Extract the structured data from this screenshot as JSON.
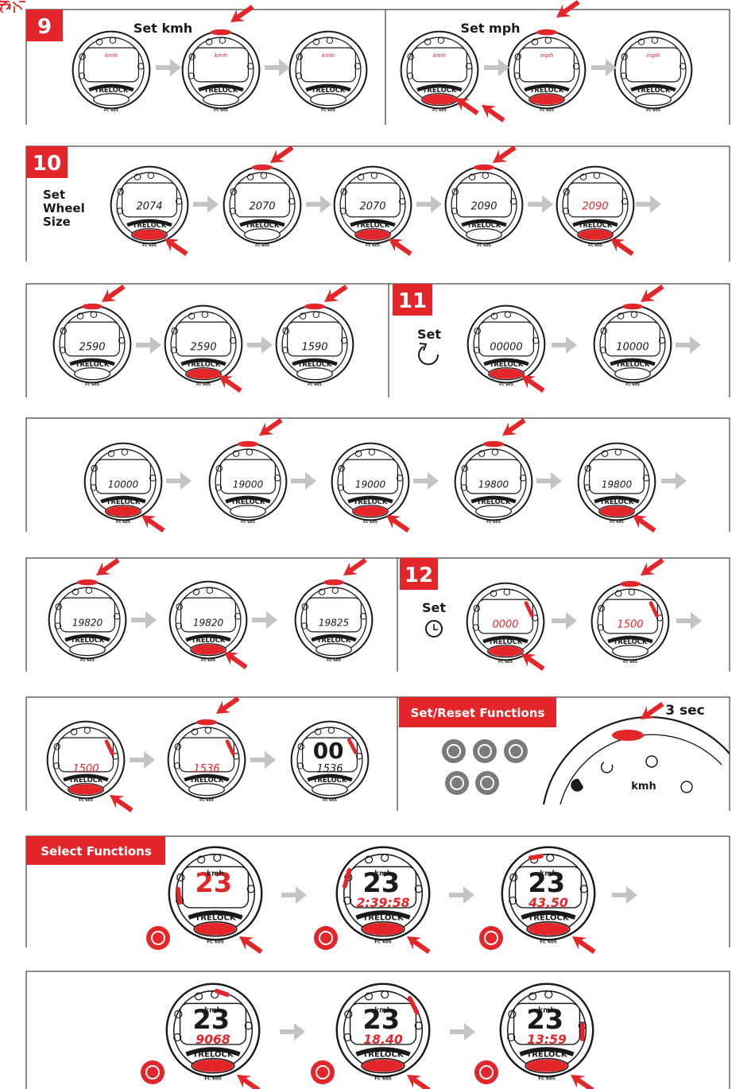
{
  "steps": {
    "s9": {
      "number": "9",
      "title_kmh": "Set kmh",
      "title_mph": "Set mph",
      "displays": [
        "kmh",
        "kmh",
        "kmh",
        "kmh",
        "mph",
        "mph"
      ]
    },
    "s10": {
      "number": "10",
      "title": [
        "Set",
        "Wheel",
        "Size"
      ],
      "displays": [
        "2074",
        "2070",
        "2070",
        "2090",
        "2090"
      ]
    },
    "s10b": {
      "displays": [
        "2590",
        "2590",
        "1590"
      ]
    },
    "s11": {
      "number": "11",
      "title": "Set",
      "icon": "trip-reset-icon",
      "displays": [
        "00000",
        "10000"
      ]
    },
    "s11b": {
      "displays": [
        "10000",
        "19000",
        "19000",
        "19800",
        "19800"
      ]
    },
    "s11c": {
      "displays": [
        "19820",
        "19820",
        "19825"
      ]
    },
    "s12": {
      "number": "12",
      "title": "Set",
      "icon": "clock-icon",
      "displays": [
        "0000",
        "1500"
      ]
    },
    "s12b": {
      "displays": [
        "1500",
        "1536",
        "1536"
      ],
      "final_top": "00"
    },
    "set_reset": {
      "title": "Set/Reset Functions",
      "hold": "3 sec",
      "unit": "kmh",
      "icons": [
        "stopwatch-icon",
        "total-distance-icon",
        "trip-distance-icon",
        "wheel-size-icon",
        "clock-icon"
      ]
    },
    "select": {
      "title": "Select Functions",
      "speed": "23",
      "unit": "kmh",
      "row1": [
        "",
        "2:39:58",
        "43,50"
      ],
      "row2": [
        "9068",
        "18,40",
        "13:59"
      ],
      "row1_icons": [
        "speed-gauge-icon",
        "stopwatch-icon",
        "total-distance-icon"
      ],
      "row2_icons": [
        "trip-distance-icon",
        "wheel-size-icon",
        "clock-icon"
      ]
    }
  },
  "brand": {
    "name": "TRELOCK",
    "model": "FC 605"
  },
  "colors": {
    "accent": "#e3262a",
    "arrow": "#c4c4c4",
    "ink": "#1a1a1a"
  }
}
